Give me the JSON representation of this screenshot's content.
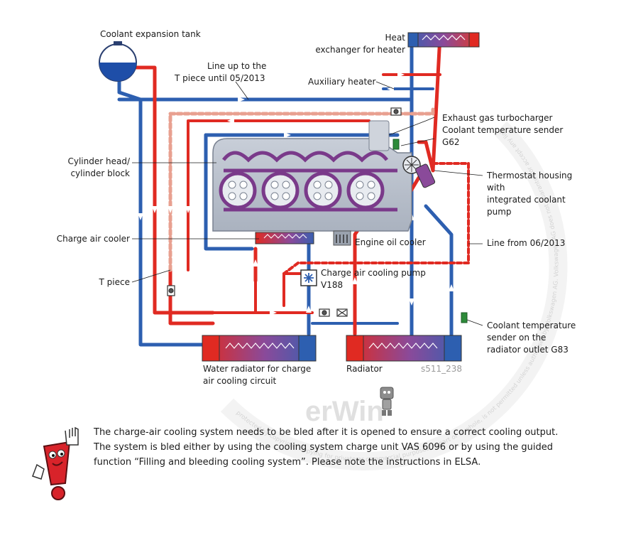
{
  "labels": {
    "expansion_tank": "Coolant expansion tank",
    "line_up_1": "Line up to the",
    "line_up_2": "T piece until 05/2013",
    "heat_exchanger_1": "Heat",
    "heat_exchanger_2": "exchanger for heater",
    "auxiliary_heater": "Auxiliary heater",
    "turbo": "Exhaust gas turbocharger",
    "sender_g62_1": "Coolant temperature sender",
    "sender_g62_2": "G62",
    "cylinder_1": "Cylinder head/",
    "cylinder_2": "cylinder block",
    "thermostat_1": "Thermostat housing",
    "thermostat_2": "with",
    "thermostat_3": "integrated coolant",
    "thermostat_4": "pump",
    "charge_air_cooler": "Charge air cooler",
    "engine_oil_cooler": "Engine oil cooler",
    "line_from": "Line from 06/2013",
    "pump_1": "Charge air cooling pump",
    "pump_2": "V188",
    "t_piece": "T piece",
    "sender_g83_1": "Coolant temperature",
    "sender_g83_2": "sender on the",
    "sender_g83_3": "radiator outlet G83",
    "water_radiator_1": "Water radiator for charge",
    "water_radiator_2": "air cooling circuit",
    "radiator": "Radiator",
    "figure_ref": "s511_238"
  },
  "watermark": {
    "brand": "erWin",
    "arc_right": "protected by copyright. Copying for private or commercial purposes, in part or in whole, is not permitted unless authorised by Volkswagen AG. Volkswagen AG does not guarantee or accept any liability with respect to the correctness of information in this document. Copyright by Volkswagen AG."
  },
  "note": {
    "line1": "The charge-air cooling system needs to be bled after it is opened to ensure a correct cooling output.",
    "line2": "The system is bled either by using the cooling system charge unit VAS 6096 or by using the guided",
    "line3": "function “Filling and bleeding cooling system”. Please note the instructions in ELSA."
  },
  "colors": {
    "hot": "#e02a22",
    "cold": "#2d5fb0",
    "engine": "#b9c0cc",
    "coolant_level": "#1e4ea8",
    "warning": "#d8232a"
  }
}
